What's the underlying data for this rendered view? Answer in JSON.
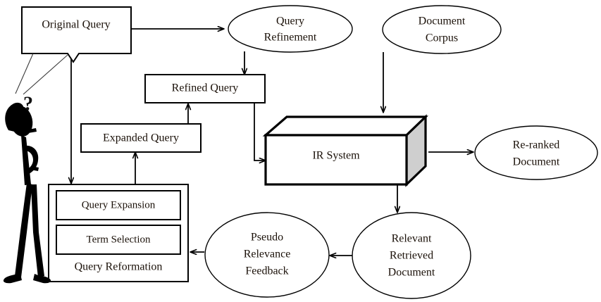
{
  "diagram": {
    "title": "Pseudo Relevance Feedback based Query Expansion flow diagram",
    "background_color": "#ffffff",
    "line_color": "#000000",
    "text_color": "#1a1008",
    "box_face_color": "#ffffff",
    "box_side_color": "#d0d0d0",
    "nodes": [
      {
        "id": "original-query",
        "label": "Original Query",
        "shape": "callout-box"
      },
      {
        "id": "query-refinement",
        "label_line1": "Query",
        "label_line2": "Refinement",
        "shape": "ellipse"
      },
      {
        "id": "document-corpus",
        "label_line1": "Document",
        "label_line2": "Corpus",
        "shape": "ellipse"
      },
      {
        "id": "refined-query",
        "label": "Refined Query",
        "shape": "box"
      },
      {
        "id": "expanded-query",
        "label": "Expanded Query",
        "shape": "box"
      },
      {
        "id": "ir-system",
        "label": "IR System",
        "shape": "cube"
      },
      {
        "id": "re-ranked-document",
        "label_line1": "Re-ranked",
        "label_line2": "Document",
        "shape": "ellipse"
      },
      {
        "id": "relevant-retrieved-document",
        "label_line1": "Relevant",
        "label_line2": "Retrieved",
        "label_line3": "Document",
        "shape": "ellipse"
      },
      {
        "id": "pseudo-relevance-feedback",
        "label_line1": "Pseudo",
        "label_line2": "Relevance",
        "label_line3": "Feedback",
        "shape": "ellipse"
      },
      {
        "id": "query-reformation",
        "label": "Query Reformation",
        "shape": "box"
      },
      {
        "id": "query-expansion",
        "label": "Query Expansion",
        "shape": "box"
      },
      {
        "id": "term-selection",
        "label": "Term Selection",
        "shape": "box"
      },
      {
        "id": "user-figure",
        "label": "user-stick-figure",
        "shape": "illustration"
      },
      {
        "id": "question-mark",
        "label": "?",
        "shape": "glyph"
      }
    ],
    "edges": [
      {
        "from": "original-query",
        "to": "query-refinement",
        "style": "arrow"
      },
      {
        "from": "original-query",
        "to": "query-reformation",
        "style": "arrow"
      },
      {
        "from": "query-refinement",
        "to": "refined-query",
        "style": "arrow"
      },
      {
        "from": "document-corpus",
        "to": "ir-system",
        "style": "arrow"
      },
      {
        "from": "refined-query",
        "to": "ir-system",
        "style": "arrow"
      },
      {
        "from": "expanded-query",
        "to": "refined-query",
        "style": "arrow"
      },
      {
        "from": "query-reformation",
        "to": "expanded-query",
        "style": "arrow"
      },
      {
        "from": "ir-system",
        "to": "re-ranked-document",
        "style": "arrow"
      },
      {
        "from": "ir-system",
        "to": "relevant-retrieved-document",
        "style": "arrow"
      },
      {
        "from": "relevant-retrieved-document",
        "to": "pseudo-relevance-feedback",
        "style": "arrow"
      },
      {
        "from": "pseudo-relevance-feedback",
        "to": "query-reformation",
        "style": "arrow"
      }
    ]
  }
}
